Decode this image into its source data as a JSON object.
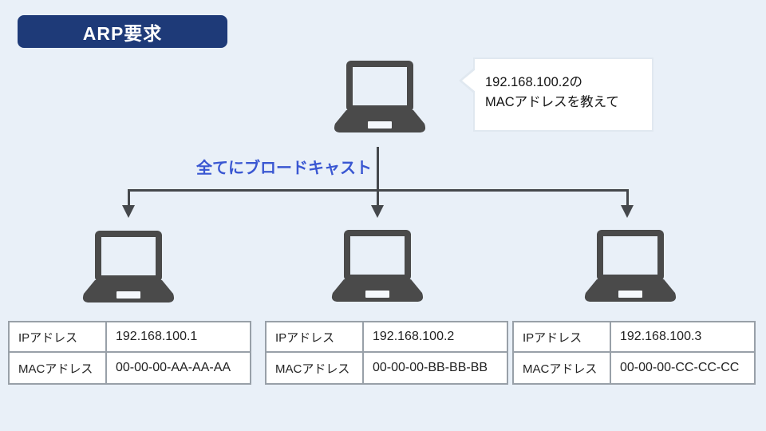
{
  "title": {
    "label": "ARP要求"
  },
  "speech_bubble": {
    "line1": "192.168.100.2の",
    "line2": "MACアドレスを教えて"
  },
  "broadcast_label": "全てにブロードキャスト",
  "hosts": [
    {
      "rows": [
        {
          "label": "IPアドレス",
          "value": "192.168.100.1"
        },
        {
          "label": "MACアドレス",
          "value": "00-00-00-AA-AA-AA"
        }
      ]
    },
    {
      "rows": [
        {
          "label": "IPアドレス",
          "value": "192.168.100.2"
        },
        {
          "label": "MACアドレス",
          "value": "00-00-00-BB-BB-BB"
        }
      ]
    },
    {
      "rows": [
        {
          "label": "IPアドレス",
          "value": "192.168.100.3"
        },
        {
          "label": "MACアドレス",
          "value": "00-00-00-CC-CC-CC"
        }
      ]
    }
  ],
  "colors": {
    "background": "#e9f0f8",
    "banner": "#1e3a78",
    "line": "#45484c",
    "laptop": "#4a4a4a",
    "broadcast_text": "#3a57d2",
    "table_border": "#98a0a8",
    "bubble_border": "#e0e8f0"
  }
}
